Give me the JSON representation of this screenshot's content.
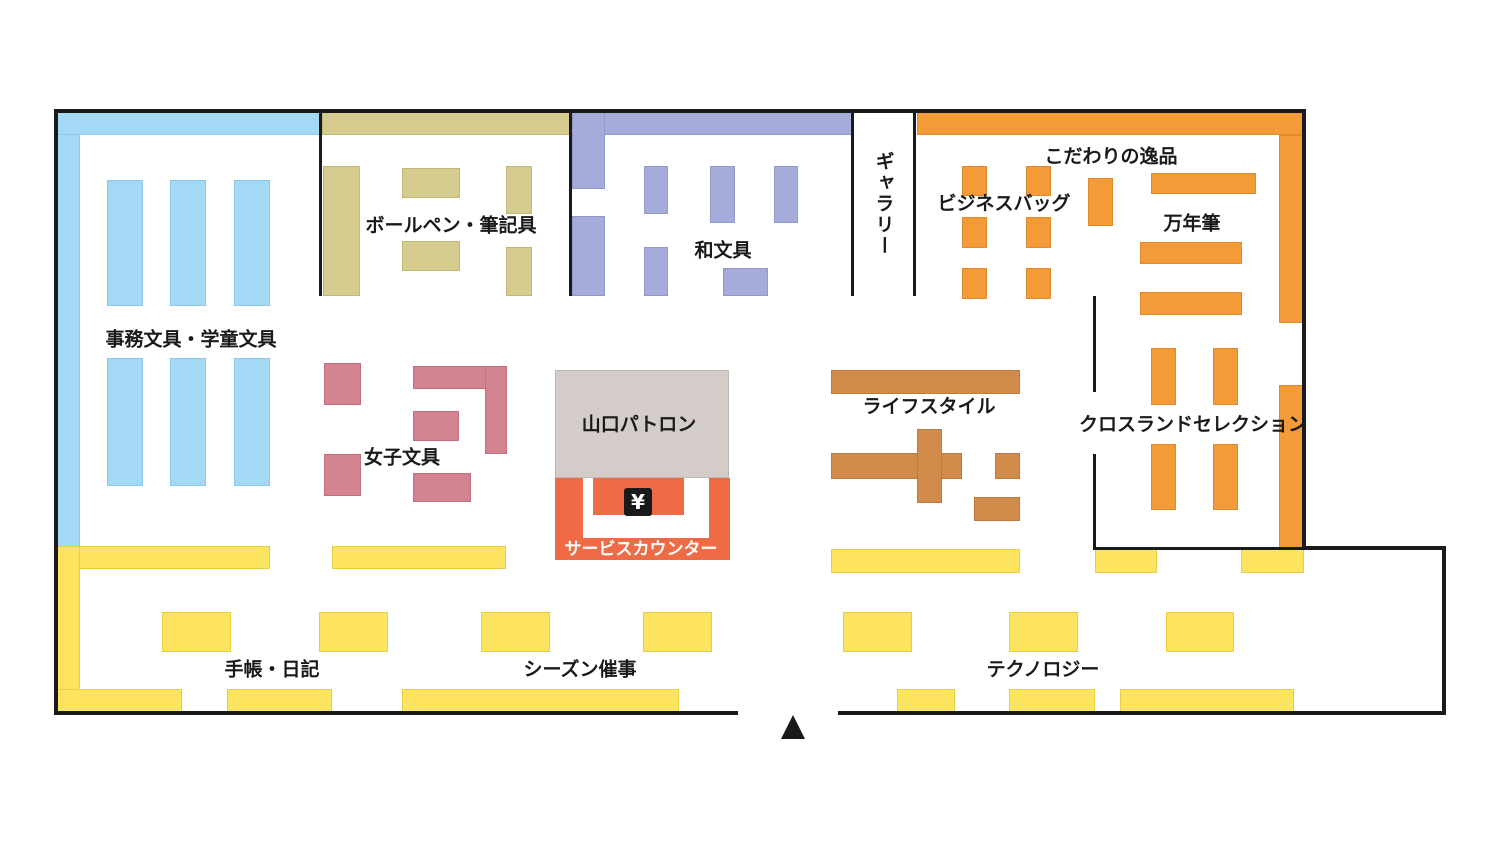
{
  "map_title": "",
  "colors": {
    "office": "#a3d9f5",
    "pens": "#d5cb8e",
    "japanese": "#a6acd9",
    "premium": "#f39a39",
    "girls": "#d48490",
    "lifestyle": "#d18c4b",
    "yellow_zone": "#fde460",
    "patron": "#d3ccc9",
    "service": "#ef6b45",
    "walls": "#1a1a1a"
  },
  "areas": {
    "office_school": "事務文具・学童文具",
    "ballpoint": "ボールペン・筆記具",
    "japanese": "和文具",
    "gallery": "ギャラリー",
    "premium": "こだわりの逸品",
    "business_bag": "ビジネスバッグ",
    "fountain_pen": "万年筆",
    "girls": "女子文具",
    "patron": "山口パトロン",
    "service_counter": "サービスカウンター",
    "lifestyle": "ライフスタイル",
    "crossland": "クロスランドセレクション",
    "planner": "手帳・日記",
    "season": "シーズン催事",
    "technology": "テクノロジー"
  },
  "icons": {
    "yen": "¥",
    "entrance": "entrance-arrow-icon"
  }
}
